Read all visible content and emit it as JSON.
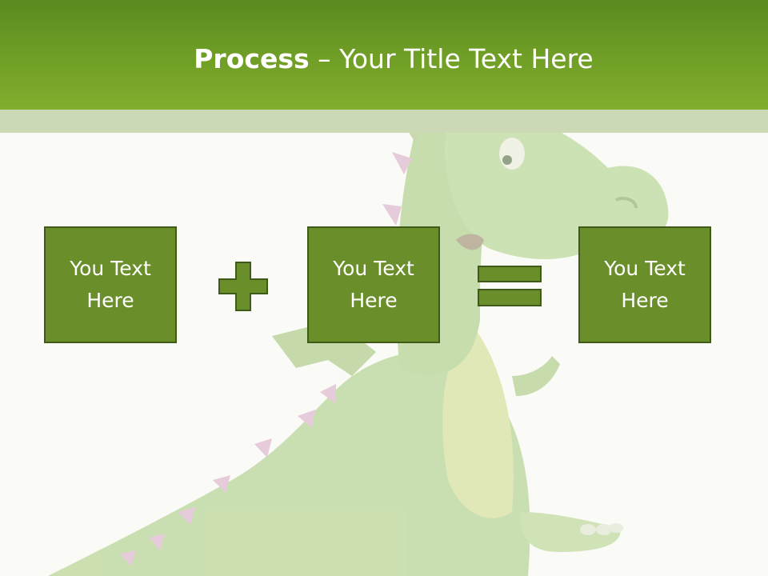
{
  "slide": {
    "title_bold": "Process",
    "title_rest": " – Your Title Text Here"
  },
  "steps": [
    {
      "label": "You Text Here"
    },
    {
      "label": "You Text Here"
    },
    {
      "label": "You Text Here"
    }
  ],
  "operators": [
    "plus-icon",
    "equals-icon"
  ],
  "colors": {
    "header_top": "#5a8a20",
    "header_bottom": "#82ae2e",
    "box_fill": "#6a8f2a",
    "box_border": "#3f5a18",
    "stripe": "#cbd9b6",
    "background": "#fafbf6"
  }
}
